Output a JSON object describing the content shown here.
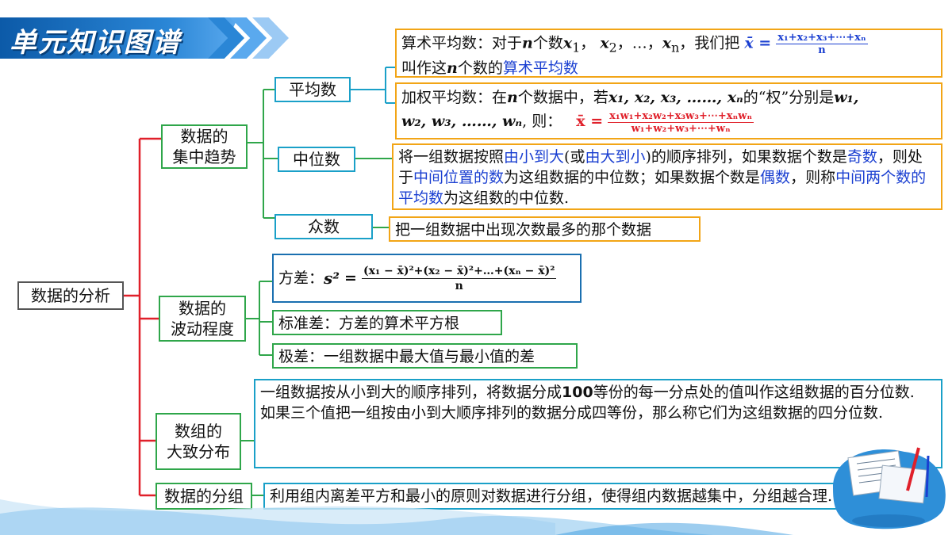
{
  "banner": {
    "title": "单元知识图谱"
  },
  "root": {
    "label": "数据的分析"
  },
  "branches": {
    "central": {
      "label_line1": "数据的",
      "label_line2": "集中趋势"
    },
    "spread": {
      "label_line1": "数据的",
      "label_line2": "波动程度"
    },
    "distribution": {
      "label_line1": "数组的",
      "label_line2": "大致分布"
    },
    "grouping": {
      "label": "数据的分组"
    }
  },
  "subnodes": {
    "mean": "平均数",
    "median": "中位数",
    "mode": "众数"
  },
  "mean_arith": {
    "t1": "算术平均数：对于",
    "n": "n",
    "t2": "个数",
    "x1": "x",
    "s1": "1",
    "sep": "，",
    "x2": "x",
    "s2": "2",
    "dots": "…，",
    "xn": "x",
    "sn": "n",
    "t3": "，我们把",
    "xbar": "x̄ =",
    "formula_num": "x₁+x₂+x₃+⋯+xₙ",
    "formula_den": "n",
    "line2_a": "叫作这",
    "line2_n": "n",
    "line2_b": "个数的",
    "line2_hl": "算术平均数"
  },
  "mean_weighted": {
    "t1": "加权平均数：在",
    "n": "n",
    "t2": "个数据中，若",
    "vars": "x₁, x₂, x₃, ……, xₙ",
    "t3": "的“权”分别是",
    "w1": "w₁,",
    "line2_vars": "w₂, w₃, ……, wₙ",
    "line2_t": ", 则：",
    "xbar": "x̄ =",
    "formula_num": "x₁w₁+x₂w₂+x₃w₃+⋯+xₙwₙ",
    "formula_den": "w₁+w₂+w₃+⋯+wₙ"
  },
  "median_text": {
    "a": "将一组数据按照",
    "b": "由小到大",
    "c": "(或",
    "d": "由大到小",
    "e": ")的顺序排列，如果数据个数是",
    "f": "奇数",
    "g": "，则处于",
    "h": "中间位置的数",
    "i": "为这组数据的中位数；如果数据个数是",
    "j": "偶数",
    "k": "，则称",
    "l": "中间两个数的平均数",
    "m": "为这组数的中位数."
  },
  "mode_text": "把一组数据中出现次数最多的那个数据",
  "variance": {
    "label": "方差：",
    "s": "s²",
    "eq": "=",
    "num": "(x₁ − x̄)²+(x₂ − x̄)²+…+(xₙ − x̄)²",
    "den": "n"
  },
  "stddev_text": "标准差：方差的算术平方根",
  "range_text": "极差：一组数据中最大值与最小值的差",
  "distribution_text": {
    "p1a": "一组数据按从小到大的顺序排列，将数据分成",
    "p1b": "100",
    "p1c": "等份的每一分点处的值叫作这组数据的百分位数.",
    "p2": "如果三个值把一组按由小到大顺序排列的数据分成四等份，那么称它们为这组数据的四分位数."
  },
  "grouping_text": "利用组内离差平方和最小的原则对数据进行分组，使得组内数据越集中，分组越合理.",
  "colors": {
    "accent_blue": "#1a3fd1",
    "formula_red": "#e0202a",
    "red_line": "#e0202a",
    "green_line": "#2fa64a",
    "orange_border": "#f2a516",
    "cyan_border": "#1aa0c8",
    "banner": "#0c5aa8"
  }
}
